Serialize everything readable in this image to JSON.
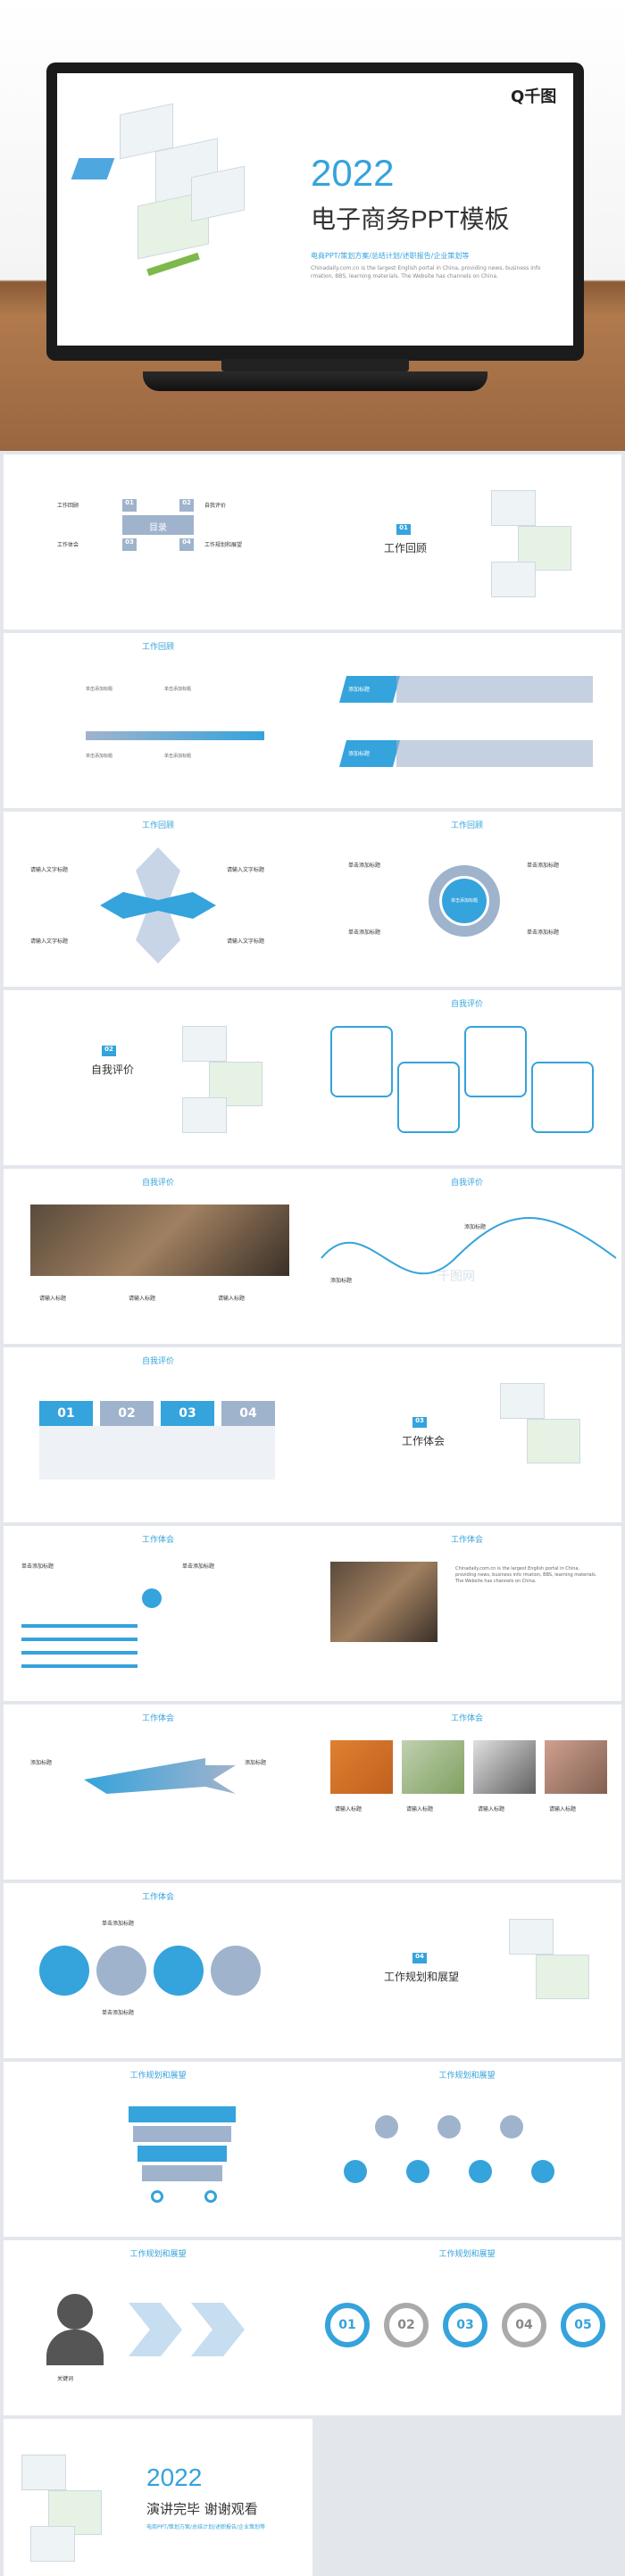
{
  "hero": {
    "logo": "Q千图",
    "year": "2022",
    "title": "电子商务PPT模板",
    "subtitle": "电商PPT/策划方案/总结计划/述职报告/企业策划等",
    "desc": "Chinadaily.com.cn is the largest English portal in China, providing news, business info rmation, BBS, learning materials. The Website has channels on China.",
    "accent": "#35a3dc"
  },
  "contents": {
    "center": "目录",
    "items": [
      {
        "num": "01",
        "label": "工作回顾"
      },
      {
        "num": "02",
        "label": "自我评价"
      },
      {
        "num": "03",
        "label": "工作体会"
      },
      {
        "num": "04",
        "label": "工作规划和展望"
      }
    ]
  },
  "sections": {
    "s1": {
      "num": "01",
      "label": "工作回顾"
    },
    "s2": {
      "num": "02",
      "label": "自我评价"
    },
    "s3": {
      "num": "03",
      "label": "工作体会"
    },
    "s4": {
      "num": "04",
      "label": "工作规划和展望"
    }
  },
  "titles": {
    "review": "工作回顾",
    "self": "自我评价",
    "exp": "工作体会",
    "plan": "工作规划和展望"
  },
  "labels": {
    "add_title": "添加标题",
    "add_here": "单击添加标题",
    "click_title": "请输入文字标题",
    "enter_title": "添加文字内容",
    "please_title": "请输入标题",
    "kv": "关键词",
    "person": "关键词",
    "watermark": "千图网"
  },
  "steps": [
    "01",
    "02",
    "03",
    "04",
    "05"
  ],
  "self_tabs": [
    "01",
    "02",
    "03",
    "04"
  ],
  "end": {
    "year": "2022",
    "title": "演讲完毕 谢谢观看",
    "subtitle": "电商PPT/策划方案/总结计划/述职报告/企业策划等"
  }
}
